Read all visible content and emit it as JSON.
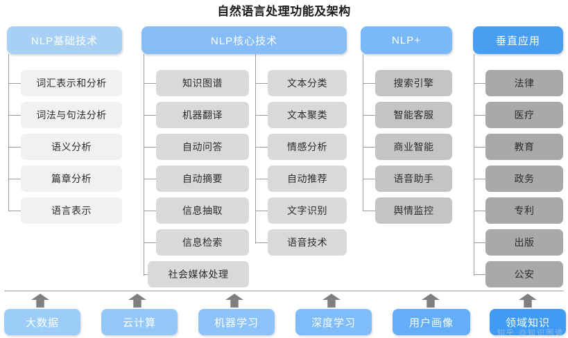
{
  "title": "自然语言处理功能及架构",
  "colors": {
    "header_basic": "#a8d0f5",
    "header_core": "#87bdf6",
    "header_plus": "#7ab8fa",
    "header_vertical": "#4a9ef2",
    "node_c1": "#f1f1f1",
    "node_c2": "#d9d9d9",
    "node_c3": "#d9d9d9",
    "node_c4": "#c4c4c4",
    "node_c5": "#a9a9a9",
    "connector": "#9a9a9a",
    "arrow": "#7f7f7f",
    "title_text": "#1b1b1b"
  },
  "columns": [
    {
      "id": "nlp-basic",
      "header": "NLP基础技术",
      "header_color": "#a8d0f5",
      "groups": [
        {
          "tone": "c1",
          "items": [
            "词汇表示和分析",
            "词法与句法分析",
            "语义分析",
            "篇章分析",
            "语言表示"
          ]
        }
      ]
    },
    {
      "id": "nlp-core",
      "header": "NLP核心技术",
      "header_color": "#87bdf6",
      "groups": [
        {
          "tone": "c2",
          "items": [
            "知识图谱",
            "机器翻译",
            "自动问答",
            "自动摘要",
            "信息抽取",
            "信息检索",
            "社会媒体处理"
          ]
        },
        {
          "tone": "c3",
          "items": [
            "文本分类",
            "文本聚类",
            "情感分析",
            "自动推荐",
            "文字识别",
            "语音技术"
          ]
        }
      ]
    },
    {
      "id": "nlp-plus",
      "header": "NLP+",
      "header_color": "#7ab8fa",
      "groups": [
        {
          "tone": "c4",
          "items": [
            "搜索引擎",
            "智能客服",
            "商业智能",
            "语音助手",
            "舆情监控"
          ]
        }
      ]
    },
    {
      "id": "vertical-apps",
      "header": "垂直应用",
      "header_color": "#4a9ef2",
      "groups": [
        {
          "tone": "c5",
          "items": [
            "法律",
            "医疗",
            "教育",
            "政务",
            "专利",
            "出版",
            "公安"
          ]
        }
      ]
    }
  ],
  "foundation": {
    "items": [
      {
        "label": "大数据",
        "color": "#9ccdf8"
      },
      {
        "label": "云计算",
        "color": "#93c7f8"
      },
      {
        "label": "机器学习",
        "color": "#8cc3f9"
      },
      {
        "label": "深度学习",
        "color": "#7fbcfa"
      },
      {
        "label": "用户画像",
        "color": "#63aef7"
      },
      {
        "label": "领域知识",
        "color": "#3f9bf4"
      }
    ]
  },
  "watermark": "知乎 @知识图谱"
}
